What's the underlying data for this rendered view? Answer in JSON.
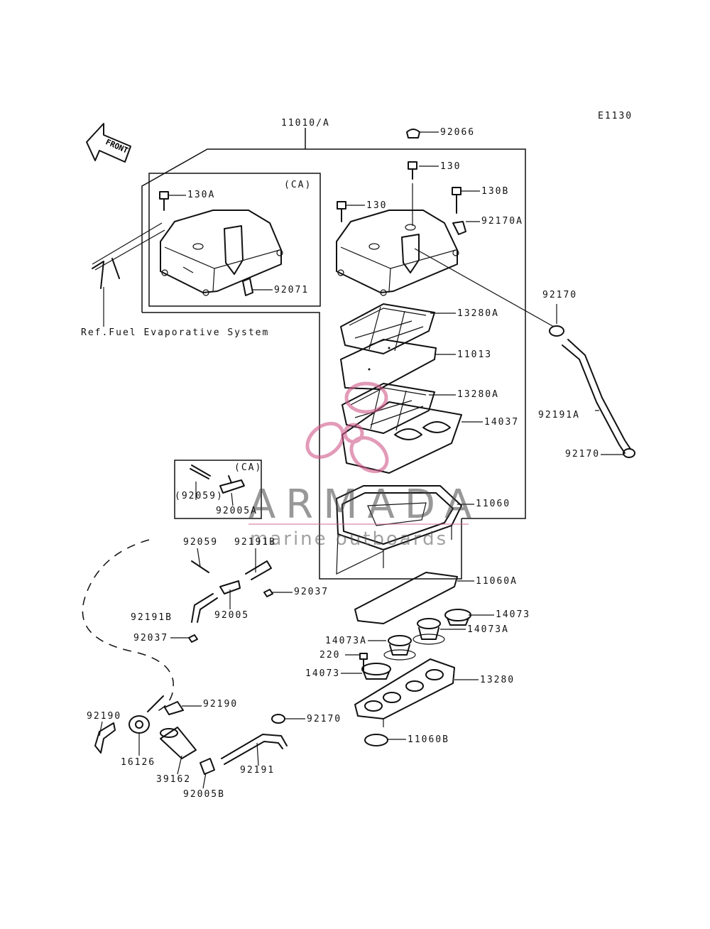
{
  "diagram": {
    "code": "E1130",
    "front_label": "FRONT",
    "ref_note": "Ref.Fuel Evaporative System",
    "callouts": {
      "assembly": "11010/A",
      "cap": "92066",
      "bolt_top": "130",
      "bolt_left": "130",
      "bolt_130A": "130A",
      "bolt_130B": "130B",
      "ca_left": "(CA)",
      "ca_small": "(CA)",
      "clamp_92170A": "92170A",
      "fitting_92071": "92071",
      "clamp_92170_r": "92170",
      "clamp_92170_r2": "92170",
      "hose_92191A": "92191A",
      "element_13280A_top": "13280A",
      "element_11013": "11013",
      "element_13280A_mid": "13280A",
      "cover_14037": "14037",
      "housing_11060": "11060",
      "gasket_11060A": "11060A",
      "duct_14073_r": "14073",
      "duct_14073A_r": "14073A",
      "duct_14073A_l": "14073A",
      "screw_220": "220",
      "duct_14073_l": "14073",
      "holder_13280": "13280",
      "oring_11060B": "11060B",
      "pin_92059_ca": "(92059)",
      "joint_92005A": "92005A",
      "pin_92059": "92059",
      "hose_92191B_top": "92191B",
      "clip_92037_r": "92037",
      "hose_92191B_l": "92191B",
      "joint_92005": "92005",
      "clip_92037_l": "92037",
      "hose_92190_r": "92190",
      "hose_92190_l": "92190",
      "valve_16126": "16126",
      "clamp_92170_b": "92170",
      "separator_39162": "39162",
      "hose_92191": "92191",
      "joint_92005B": "92005B"
    }
  },
  "watermark": {
    "brand": "ARMADA",
    "tagline": "marine outboards"
  }
}
